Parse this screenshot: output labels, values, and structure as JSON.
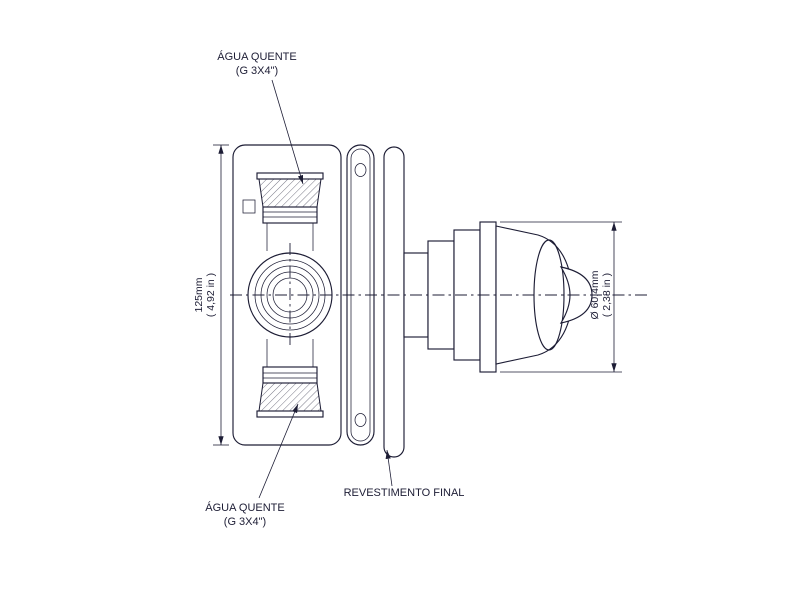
{
  "diagram": {
    "callouts": {
      "hot_water_top": {
        "line1": "ÁGUA QUENTE",
        "line2": "(G 3X4\")"
      },
      "hot_water_bottom": {
        "line1": "ÁGUA QUENTE",
        "line2": "(G 3X4\")"
      },
      "wall_finish": {
        "label": "REVESTIMENTO FINAL"
      }
    },
    "dimensions": {
      "height": {
        "value": "125mm",
        "inches": "( 4,92 in )"
      },
      "knob_diameter": {
        "value": "Ø 60,4mm",
        "inches": "( 2,38 in )"
      }
    },
    "colors": {
      "line": "#1d1d35",
      "background": "#ffffff"
    }
  }
}
